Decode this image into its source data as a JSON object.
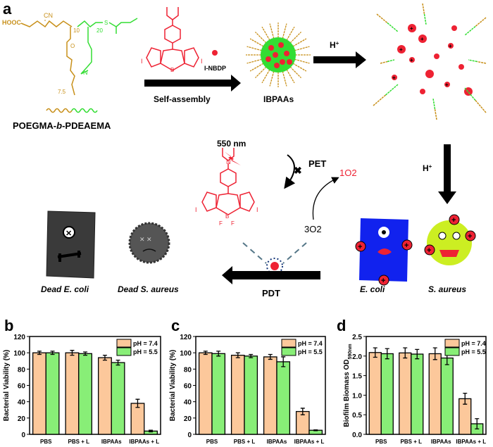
{
  "colors": {
    "gold": "#c8901a",
    "green": "#33dd33",
    "red": "#ee2233",
    "orange_bar": "#fcc89b",
    "green_bar": "#88ee77",
    "ecoli": "#1122ee",
    "saureus": "#ccee22",
    "dead": "#3a3a3a"
  },
  "scheme": {
    "panel_label": "a",
    "polymer": {
      "hooc": "HOOC",
      "cn": "CN",
      "n1": "10",
      "n2": "20",
      "s": "S",
      "o": "O",
      "n": "N",
      "rep": "7.5",
      "name": "POEGMA-b-PDEAEMA",
      "name_a": "POEGMA-",
      "name_b": "b",
      "name_c": "-PDEAEMA"
    },
    "dye": {
      "label": "I-NBDP",
      "i": "I",
      "n": "N",
      "b": "B",
      "f": "F"
    },
    "step1": "Self-assembly",
    "micelle": "IBPAAs",
    "acid": "H+",
    "acid_base": "H",
    "acid_sup": "+",
    "light": "550 nm",
    "pet": "PET",
    "singlet_oxygen": "1O2",
    "triplet_oxygen": "3O2",
    "pdt": "PDT",
    "bacteria": [
      "E. coli",
      "S. aureus"
    ],
    "dead_bacteria": [
      "Dead E. coli",
      "Dead S. aureus"
    ]
  },
  "chart_data": [
    {
      "panel": "b",
      "type": "bar",
      "ylabel": "Bacterial Viability (%)",
      "ylim": [
        0,
        120
      ],
      "yticks": [
        0,
        20,
        40,
        60,
        80,
        100,
        120
      ],
      "categories": [
        "PBS",
        "PBS + L",
        "IBPAAs",
        "IBPAAs + L"
      ],
      "series": [
        {
          "name": "pH = 7.4",
          "values": [
            100,
            100,
            94,
            38
          ],
          "errors": [
            2,
            3,
            3,
            5
          ]
        },
        {
          "name": "pH = 5.5",
          "values": [
            100,
            99,
            88,
            4
          ],
          "errors": [
            2,
            2,
            3,
            1
          ]
        }
      ],
      "legend": "top-right"
    },
    {
      "panel": "c",
      "type": "bar",
      "ylabel": "Bacterial Viability (%)",
      "ylim": [
        0,
        120
      ],
      "yticks": [
        0,
        20,
        40,
        60,
        80,
        100,
        120
      ],
      "categories": [
        "PBS",
        "PBS + L",
        "IBPAAs",
        "IBPAAs + L"
      ],
      "series": [
        {
          "name": "pH = 7.4",
          "values": [
            100,
            97,
            95,
            28
          ],
          "errors": [
            2,
            3,
            3,
            4
          ]
        },
        {
          "name": "pH = 5.5",
          "values": [
            99,
            96,
            89,
            5
          ],
          "errors": [
            3,
            2,
            6,
            0.5
          ]
        }
      ],
      "legend": "top-right"
    },
    {
      "panel": "d",
      "type": "bar",
      "ylabel": "Biofilm Biomass OD",
      "ylabel_sub": "590nm",
      "ylim": [
        0,
        2.5
      ],
      "yticks": [
        "0.0",
        "0.5",
        "1.0",
        "1.5",
        "2.0",
        "2.5"
      ],
      "categories": [
        "PBS",
        "PBS + L",
        "IBPAAs",
        "IBPAAs + L"
      ],
      "series": [
        {
          "name": "pH = 7.4",
          "values": [
            2.09,
            2.08,
            2.06,
            0.91
          ],
          "errors": [
            0.12,
            0.13,
            0.15,
            0.14
          ]
        },
        {
          "name": "pH = 5.5",
          "values": [
            2.06,
            2.05,
            1.95,
            0.27
          ],
          "errors": [
            0.13,
            0.12,
            0.17,
            0.13
          ]
        }
      ],
      "legend": "top-right"
    }
  ]
}
